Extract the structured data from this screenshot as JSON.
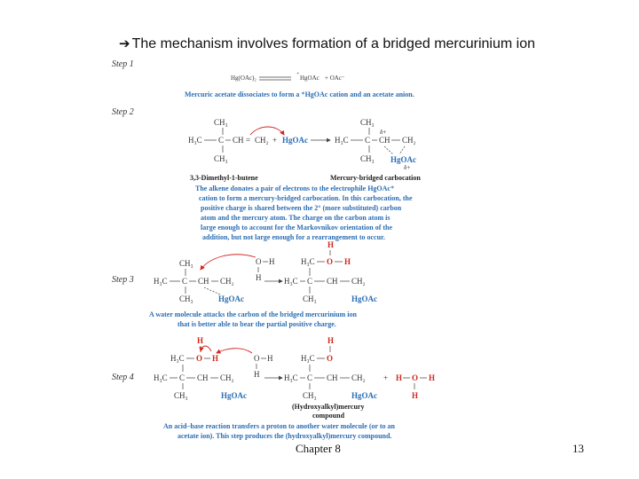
{
  "title": {
    "arrow_glyph": "➔",
    "text": "The mechanism involves formation of a bridged mercurinium ion"
  },
  "steps": {
    "step1": {
      "label": "Step 1",
      "equation_left": "Hg(OAc)₂",
      "equation_right_1": "HgOAc",
      "equation_right_2": "+ OAc⁻",
      "caption": "Mercuric acetate dissociates to form a ⁺HgOAc cation and an acetate anion."
    },
    "step2": {
      "label": "Step 2",
      "reagent": "HgOAc",
      "alkene_name": "3,3-Dimethyl-1-butene",
      "product_name": "Mercury-bridged carbocation",
      "delta_plus_1": "δ+",
      "delta_plus_2": "δ+",
      "caption_lines": [
        "The alkene donates a pair of electrons to the electrophile HgOAc⁺",
        "cation to form a mercury-bridged carbocation. In this carbocation, the",
        "positive charge is shared between the 2° (more substituted) carbon",
        "atom and the mercury atom. The charge on the carbon atom is",
        "large enough to account for the Markovnikov orientation of the",
        "addition, but not large enough for a rearrangement to occur."
      ]
    },
    "step3": {
      "label": "Step 3",
      "reagent": "HgOAc",
      "caption_lines": [
        "A water molecule attacks the carbon of the bridged mercurinium ion",
        "that is better able to bear the partial positive charge."
      ]
    },
    "step4": {
      "label": "Step 4",
      "reagent": "HgOAc",
      "product_name_lines": [
        "(Hydroxyalkyl)mercury",
        "compound"
      ],
      "caption_lines": [
        "An acid–base reaction transfers a proton to another water molecule (or to an",
        "acetate ion). This step produces the (hydroxyalkyl)mercury compound."
      ]
    }
  },
  "atoms": {
    "ch3": "CH₃",
    "h3c": "H₃C",
    "ch": "CH",
    "ch2": "CH₂",
    "c": "C",
    "eq": "=",
    "o": "O",
    "h": "H",
    "plus": "+",
    "plus_small": "⁺"
  },
  "footer": {
    "chapter": "Chapter 8",
    "page_number": "13"
  },
  "colors": {
    "caption_blue": "#2a6db4",
    "arrow_red": "#d0261e"
  }
}
